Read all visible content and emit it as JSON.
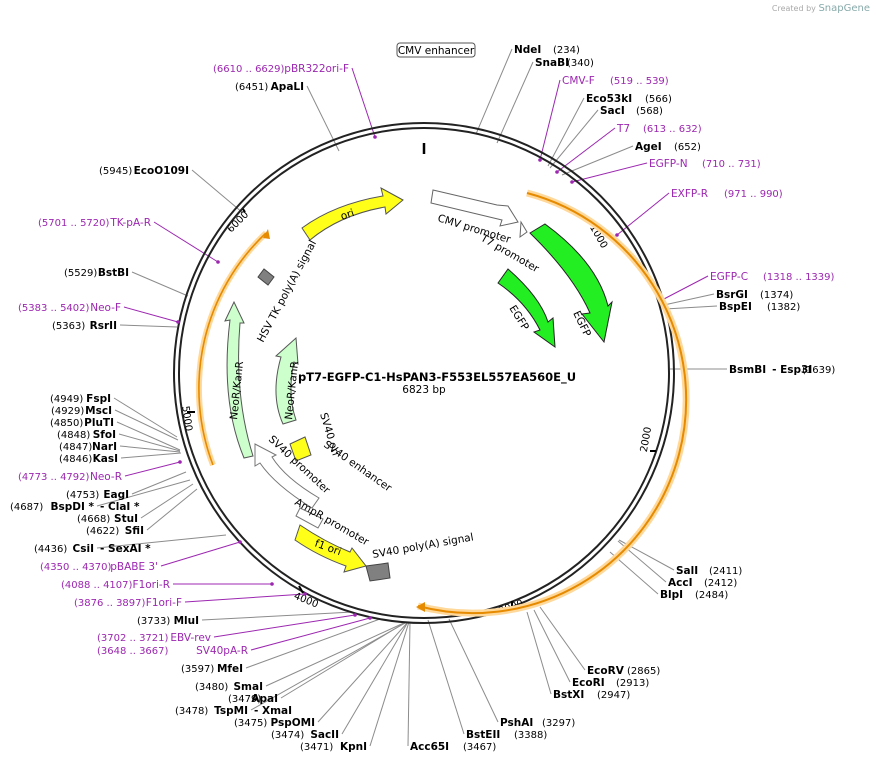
{
  "credit": {
    "prefix": "Created by",
    "brand": "SnapGene"
  },
  "plasmid": {
    "name": "pT7-EGFP-C1-HsPAN3-F553EL557EA560E_U",
    "size": "6823 bp",
    "length": 6823
  },
  "ticks": [
    "1000",
    "2000",
    "3000",
    "4000",
    "5000",
    "6000"
  ],
  "colors": {
    "enzyme_line": "#8c8c8c",
    "primer": "#9c27b0",
    "egfp": "#22ee22",
    "ori": "#ffff1a",
    "neor": "#ccffcc",
    "orf": "#e68a00",
    "orf_glow": "#ffd89a",
    "marker": "#808080"
  },
  "box_label": "CMV enhancer",
  "sites": [
    {
      "name": "NdeI",
      "pos": "(234)"
    },
    {
      "name": "SnaBI",
      "pos": "(340)"
    },
    {
      "name": "CMV-F",
      "pos": "(519 .. 539)",
      "kind": "primer"
    },
    {
      "name": "Eco53kI",
      "pos": "(566)"
    },
    {
      "name": "SacI",
      "pos": "(568)"
    },
    {
      "name": "T7",
      "pos": "(613 .. 632)",
      "kind": "primer"
    },
    {
      "name": "AgeI",
      "pos": "(652)"
    },
    {
      "name": "EGFP-N",
      "pos": "(710 .. 731)",
      "kind": "primer"
    },
    {
      "name": "EXFP-R",
      "pos": "(971 .. 990)",
      "kind": "primer"
    },
    {
      "name": "EGFP-C",
      "pos": "(1318 .. 1339)",
      "kind": "primer"
    },
    {
      "name": "BsrGI",
      "pos": "(1374)"
    },
    {
      "name": "BspEI",
      "pos": "(1382)"
    },
    {
      "name": "BsmBI",
      "name2": "Esp3I",
      "pos": "(1639)"
    },
    {
      "name": "SalI",
      "pos": "(2411)"
    },
    {
      "name": "AccI",
      "pos": "(2412)"
    },
    {
      "name": "BlpI",
      "pos": "(2484)"
    },
    {
      "name": "EcoRV",
      "pos": "(2865)"
    },
    {
      "name": "EcoRI",
      "pos": "(2913)"
    },
    {
      "name": "BstXI",
      "pos": "(2947)"
    },
    {
      "name": "PshAI",
      "pos": "(3297)"
    },
    {
      "name": "BstEII",
      "pos": "(3388)"
    },
    {
      "name": "Acc65I",
      "pos": "(3467)"
    },
    {
      "name": "KpnI",
      "pos": "(3471)"
    },
    {
      "name": "SacII",
      "pos": "(3474)"
    },
    {
      "name": "PspOMI",
      "pos": "(3475)"
    },
    {
      "name": "TspMI",
      "name2": "XmaI",
      "pos": "(3478)"
    },
    {
      "name": "ApaI",
      "pos": "(3479)"
    },
    {
      "name": "SmaI",
      "pos": "(3480)"
    },
    {
      "name": "MfeI",
      "pos": "(3597)"
    },
    {
      "name": "SV40pA-R",
      "pos": "(3648 .. 3667)",
      "kind": "primer"
    },
    {
      "name": "EBV-rev",
      "pos": "(3702 .. 3721)",
      "kind": "primer"
    },
    {
      "name": "MluI",
      "pos": "(3733)"
    },
    {
      "name": "F1ori-F",
      "pos": "(3876 .. 3897)",
      "kind": "primer"
    },
    {
      "name": "F1ori-R",
      "pos": "(4088 .. 4107)",
      "kind": "primer"
    },
    {
      "name": "pBABE 3'",
      "pos": "(4350 .. 4370)",
      "kind": "primer"
    },
    {
      "name": "CsiI",
      "name2": "SexAI *",
      "pos": "(4436)"
    },
    {
      "name": "SfiI",
      "pos": "(4622)"
    },
    {
      "name": "StuI",
      "pos": "(4668)"
    },
    {
      "name": "BspDI *",
      "name2": "ClaI *",
      "pos": "(4687)"
    },
    {
      "name": "EagI",
      "pos": "(4753)"
    },
    {
      "name": "Neo-R",
      "pos": "(4773 .. 4792)",
      "kind": "primer"
    },
    {
      "name": "KasI",
      "pos": "(4846)"
    },
    {
      "name": "NarI",
      "pos": "(4847)"
    },
    {
      "name": "SfoI",
      "pos": "(4848)"
    },
    {
      "name": "PluTI",
      "pos": "(4850)"
    },
    {
      "name": "MscI",
      "pos": "(4929)"
    },
    {
      "name": "FspI",
      "pos": "(4949)"
    },
    {
      "name": "RsrII",
      "pos": "(5363)"
    },
    {
      "name": "Neo-F",
      "pos": "(5383 .. 5402)",
      "kind": "primer"
    },
    {
      "name": "BstBI",
      "pos": "(5529)"
    },
    {
      "name": "TK-pA-R",
      "pos": "(5701 .. 5720)",
      "kind": "primer"
    },
    {
      "name": "EcoO109I",
      "pos": "(5945)"
    },
    {
      "name": "ApaLI",
      "pos": "(6451)"
    },
    {
      "name": "pBR322ori-F",
      "pos": "(6610 .. 6629)",
      "kind": "primer"
    }
  ],
  "features": [
    "CMV promoter",
    "T7 promoter",
    "EGFP",
    "EGFP",
    "ori",
    "HSV TK poly(A) signal",
    "NeoR/KanR",
    "NeoR/KanR",
    "SV40 ori",
    "SV40 enhancer",
    "SV40 promoter",
    "AmpR promoter",
    "f1 ori",
    "SV40 poly(A) signal"
  ]
}
